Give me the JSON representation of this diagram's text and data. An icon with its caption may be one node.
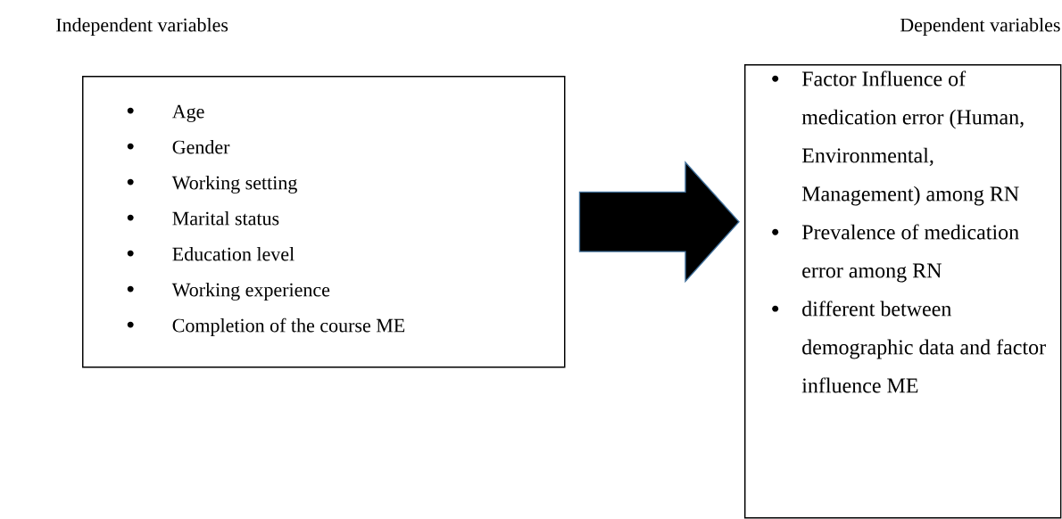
{
  "diagram": {
    "nodes": [
      {
        "text": [
          "Independent variables",
          "Age",
          "Gender",
          "Working setting",
          "Marital status",
          "Education level",
          "Working experience",
          "Completion of the course ME"
        ]
      },
      {
        "text": [
          "Dependent variables",
          "Factor Influence of medication error (Human, Environmental, Management) among RN",
          "Prevalence of medication error among RN",
          "different between demographic data and factor influence ME"
        ]
      }
    ],
    "edges": [
      {
        "from": 0,
        "to": 1,
        "arrow": "to",
        "style": "thick"
      }
    ]
  }
}
